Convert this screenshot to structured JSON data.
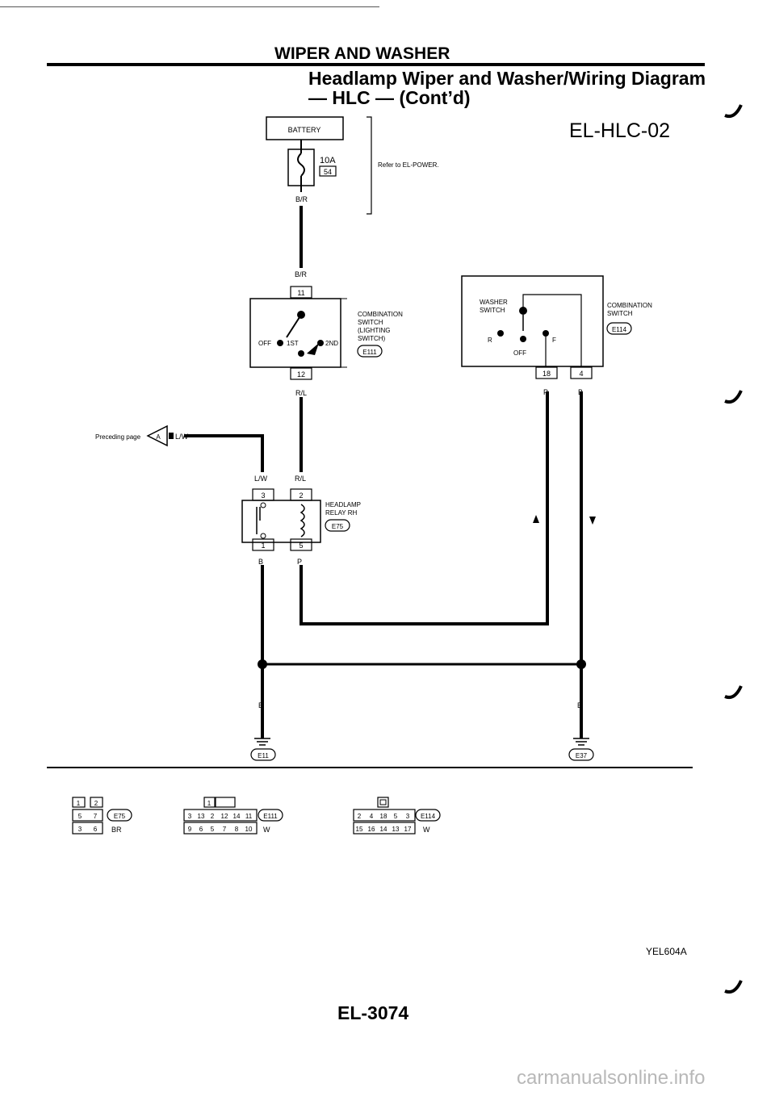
{
  "header": {
    "section_title": "WIPER AND WASHER",
    "title_line1": "Headlamp Wiper and Washer/Wiring Diagram",
    "title_line2": "— HLC — (Cont’d)",
    "diagram_code": "EL-HLC-02"
  },
  "battery": {
    "label": "BATTERY",
    "fuse_rating": "10A",
    "fuse_number": "54",
    "reference": "Refer to EL-POWER.",
    "wire_out": "B/R"
  },
  "combination_switch_lighting": {
    "name_lines": [
      "COMBINATION",
      "SWITCH",
      "(LIGHTING",
      "SWITCH)"
    ],
    "connector": "E111",
    "pin_in": "11",
    "pin_out": "12",
    "wire_in": "B/R",
    "wire_out": "R/L",
    "positions": [
      "OFF",
      "1ST",
      "2ND"
    ]
  },
  "preceding": {
    "label": "Preceding page",
    "connector_letter": "A",
    "wire": "L/W"
  },
  "headlamp_relay": {
    "name_lines": [
      "HEADLAMP",
      "RELAY RH"
    ],
    "connector": "E75",
    "pins": [
      "3",
      "2",
      "1",
      "5"
    ],
    "wires_in": [
      "L/W",
      "R/L"
    ],
    "wires_out": [
      "B",
      "P"
    ]
  },
  "washer_switch": {
    "name_lines": [
      "WASHER",
      "SWITCH"
    ],
    "component_lines": [
      "COMBINATION",
      "SWITCH"
    ],
    "connector": "E114",
    "positions": [
      "R",
      "F",
      "OFF"
    ],
    "pins": [
      "18",
      "4"
    ],
    "wires": [
      "P",
      "B"
    ]
  },
  "grounds": [
    {
      "wire": "B",
      "connector": "E11"
    },
    {
      "wire": "B",
      "connector": "E37"
    }
  ],
  "connector_views": [
    {
      "id": "E75",
      "color": "BR",
      "rows": [
        [
          "1",
          "2"
        ],
        [
          "5",
          "7"
        ],
        [
          "3",
          "6"
        ]
      ]
    },
    {
      "id": "E111",
      "color": "W",
      "rows": [
        [
          "1"
        ],
        [
          "3",
          "13",
          "2",
          "12",
          "14",
          "11"
        ],
        [
          "9",
          "6",
          "5",
          "7",
          "8",
          "10"
        ]
      ]
    },
    {
      "id": "E114",
      "color": "W",
      "rows": [
        [
          ""
        ],
        [
          "2",
          "4",
          "18",
          "5",
          "3"
        ],
        [
          "15",
          "16",
          "14",
          "13",
          "17"
        ]
      ]
    }
  ],
  "footer": {
    "figure_code": "YEL604A",
    "page_number": "EL-3074",
    "watermark": "carmanualsonline.info"
  }
}
